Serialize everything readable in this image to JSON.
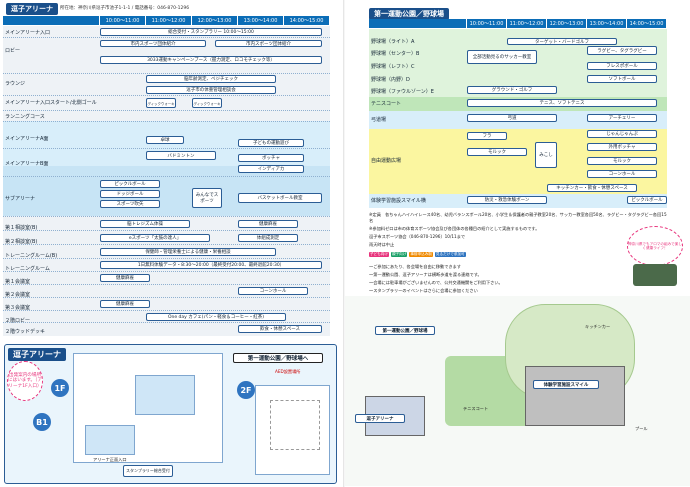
{
  "left": {
    "title": "逗子アリーナ",
    "address": "所在地：神奈川県逗子市池子1-1-1 / 電話番号：046-870-1296",
    "time_headers": [
      "10:00〜11:00",
      "11:00〜12:00",
      "12:00〜13:00",
      "13:00〜14:00",
      "14:00〜15:00"
    ],
    "rows": [
      "メインアリーナ入口",
      "ロビー",
      "",
      "ラウンジ",
      "",
      "メインアリーナ入口スタート/北側ゴール",
      "ランニングコース",
      "メインアリーナA面",
      "",
      "メインアリーナB面",
      "",
      "サブアリーナ",
      "",
      "",
      "第１相談室(B)",
      "第２相談室(B)",
      "トレーニングルーム(B)",
      "トレーニングルーム",
      "第１会議室",
      "第２会議室",
      "第３会議室",
      "２階ロビー",
      "２階ウッドデッキ"
    ],
    "events": {
      "reception": "総合受付・スタンプラリー 10:00〜15:00",
      "city_sports": "市内スポーツ団体紹介",
      "city_sports2": "市内スポーツ団体紹介",
      "booth3033": "3033運動キャンペーンブース（握力測定、ロコモチェック等）",
      "body_measure": "脳年齢測定、ベジチェック",
      "zushi_fitness": "逗子市の体重管理相談会",
      "walking": "ノルディックウォーキング",
      "walking2": "ノルディックウォーキング",
      "kyokutsu": "卓球",
      "badminton": "バドミントン",
      "kids": "子どもの運動遊び",
      "boccia": "ボッチャ",
      "indiaca": "インディアカ",
      "mina_sports": "みんなでスポーツ",
      "basketball": "バスケットボール教室",
      "pickleball": "ピックルボール",
      "dodgeball": "ドッジボール",
      "spinning": "スポーツ吹矢",
      "training_b1": "脳トレジズム体操",
      "esports": "eスポーツ「太鼓の達人」",
      "training_b2": "保健師・管理栄養士による健康・栄養相談",
      "body_fat": "体組成測定",
      "free_train": "1日無料体験データ・8:30〜20:00（最終受付20:00、最終退館20:30）",
      "room1": "健康麻雀",
      "room2": "コーンホール",
      "room3": "健康麻雀",
      "oneday_cafe": "One day カフェ(パン・軽食＆コーヒー・紅茶)",
      "deck_drinks": "飲食・休憩スペース"
    },
    "map": {
      "title": "逗子アリーナ",
      "floors": [
        "1F",
        "B1",
        "2F"
      ],
      "link": "第一運動公園／野球場へ",
      "speech": "出発案内の場所にはいます。（アリーナ1F入口）",
      "aed": "AED設置場所",
      "stamp": "スタンプラリー総合受付",
      "entrance": "アリーナ正面入口"
    }
  },
  "right": {
    "title": "第一運動公園／野球場",
    "time_headers": [
      "10:00〜11:00",
      "11:00〜12:00",
      "12:00〜13:00",
      "13:00〜14:00",
      "14:00〜15:00"
    ],
    "rows": [
      "野球場（ライト）A",
      "野球場（センター）B",
      "野球場（レフト）C",
      "野球場（内野）D",
      "野球場（ファウルゾーン）E",
      "テニスコート",
      "弓道場",
      "自由運動広場",
      "",
      "",
      "",
      "体験学習施設スマイル横"
    ],
    "events": {
      "target_bird": "ターゲット・バードゴルフ",
      "soccer": "全部活動見るのサッカー教室",
      "rugby": "ラグビー、タグラグビー",
      "flag": "フレスポボール",
      "softball": "ソフトボール",
      "ground_golf": "グラウンド・ゴルフ",
      "tennis": "テニス、ソフトテニス",
      "kyudo": "弓道",
      "archery": "アーチェリー",
      "janken": "じゃんじゃんぷ",
      "hula": "フラ",
      "outdoor_boccia": "外用ボッチャ",
      "molkky": "モルック",
      "mikoshi": "みこし",
      "molkky2": "モルック",
      "cornhole": "コーンホール",
      "kitchen": "キッチンカー・飲食・休憩スペース",
      "pickleball": "ピックルボール",
      "disaster": "防災・救急体験ボーン"
    },
    "notes": [
      "※定員　各ちゃんハイハイレース40名、幼児バランスボール20名、小学生＆保護者の親子教室20名、サッカー教室各回50名、ラグビー・タグラグビー各回15名",
      "※参加料ゼロは市の体育スポーツ協会及び各団体の各種目の紹介として実施するものです。",
      "逗子市スポーツ協会（046-870-1296）10/11まで",
      "雨天時は中止"
    ],
    "legend": [
      "子ども向け",
      "親子向け",
      "事前申込み制",
      "見るだけで参加可"
    ],
    "map_notes": [
      "〜ご参加にあたり、各会場を自由に移動できます",
      "〜第一運動公園、逗子アリーナは横断歩道を渡る連絡です。",
      "〜会場には駐車場がございませんので、公共交通機関をご利用下さい。",
      "〜スタンプラリーのイベントはさらに会場に参加ください"
    ],
    "kitchen_car_label": "神奈川県でもアロマの組みで楽しく健康ライフ！",
    "map": {
      "park": "第一運動公園／野球場",
      "smile": "体験学習施設スマイル",
      "arena": "逗子アリーナ",
      "tennis": "テニスコート",
      "pool": "プール",
      "kitchen": "キッチンカー"
    }
  }
}
